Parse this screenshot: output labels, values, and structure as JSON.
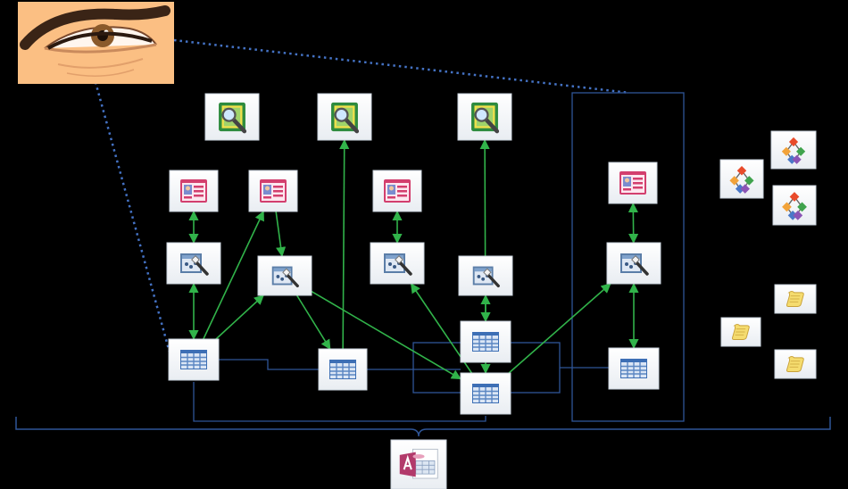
{
  "diagram": {
    "background": "#000000",
    "connector_color": "#31b34a",
    "line_color": "#2f5597",
    "dotted_color": "#4472c4",
    "skin_color": "#fbbf83",
    "nodes": [
      {
        "id": "report1",
        "icon": "report-icon"
      },
      {
        "id": "report2",
        "icon": "report-icon"
      },
      {
        "id": "report3",
        "icon": "report-icon"
      },
      {
        "id": "form1",
        "icon": "form-icon"
      },
      {
        "id": "form2",
        "icon": "form-icon"
      },
      {
        "id": "form3",
        "icon": "form-icon"
      },
      {
        "id": "form4",
        "icon": "form-icon"
      },
      {
        "id": "query1",
        "icon": "query-icon"
      },
      {
        "id": "query2",
        "icon": "query-icon"
      },
      {
        "id": "query3",
        "icon": "query-icon"
      },
      {
        "id": "query4",
        "icon": "query-icon"
      },
      {
        "id": "query5",
        "icon": "query-icon"
      },
      {
        "id": "table1",
        "icon": "table-icon"
      },
      {
        "id": "table2",
        "icon": "table-icon"
      },
      {
        "id": "table3",
        "icon": "table-icon"
      },
      {
        "id": "table4",
        "icon": "table-icon"
      },
      {
        "id": "table5",
        "icon": "table-icon"
      },
      {
        "id": "macro1",
        "icon": "macro-icon"
      },
      {
        "id": "macro2",
        "icon": "macro-icon"
      },
      {
        "id": "macro3",
        "icon": "macro-icon"
      },
      {
        "id": "module1",
        "icon": "module-icon"
      },
      {
        "id": "module2",
        "icon": "module-icon"
      },
      {
        "id": "module3",
        "icon": "module-icon"
      },
      {
        "id": "access-database",
        "icon": "access-database-icon"
      },
      {
        "id": "eye",
        "icon": "eye-icon"
      }
    ],
    "edges": [
      {
        "from": "form1",
        "to": "query1",
        "style": "double-arrow"
      },
      {
        "from": "query1",
        "to": "table1",
        "style": "double-arrow"
      },
      {
        "from": "table1",
        "to": "form2",
        "style": "arrow"
      },
      {
        "from": "table1",
        "to": "query2",
        "style": "arrow"
      },
      {
        "from": "form2",
        "to": "query2",
        "style": "arrow"
      },
      {
        "from": "query2",
        "to": "table2",
        "style": "arrow"
      },
      {
        "from": "query2",
        "to": "table4",
        "style": "arrow"
      },
      {
        "from": "table2",
        "to": "report2",
        "style": "arrow"
      },
      {
        "from": "form3",
        "to": "query3",
        "style": "double-arrow"
      },
      {
        "from": "table4",
        "to": "query3",
        "style": "arrow"
      },
      {
        "from": "table3",
        "to": "report3",
        "style": "arrow"
      },
      {
        "from": "query4",
        "to": "table3",
        "style": "double-arrow"
      },
      {
        "from": "table3",
        "to": "table4",
        "style": "arrow"
      },
      {
        "from": "form4",
        "to": "query5",
        "style": "double-arrow"
      },
      {
        "from": "query5",
        "to": "table5",
        "style": "double-arrow"
      },
      {
        "from": "table4",
        "to": "query5",
        "style": "arrow"
      }
    ]
  }
}
